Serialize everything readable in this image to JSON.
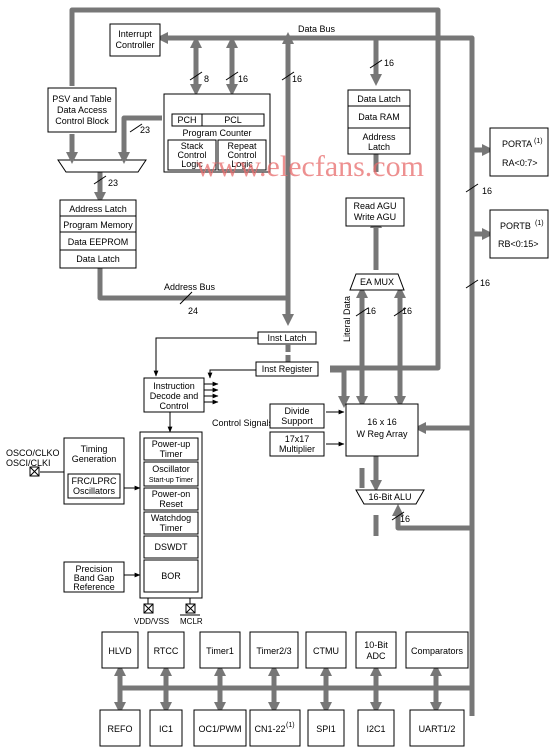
{
  "buses": {
    "data_bus": "Data Bus",
    "address_bus": "Address Bus",
    "literal_data": "Literal Data",
    "control_signals": "Control Signals"
  },
  "widths": {
    "w8": "8",
    "w16": "16",
    "w23": "23",
    "w24": "24"
  },
  "blocks": {
    "interrupt_controller": [
      "Interrupt",
      "Controller"
    ],
    "psv_table": [
      "PSV and Table",
      "Data Access",
      "Control Block"
    ],
    "pch": "PCH",
    "pcl": "PCL",
    "program_counter": "Program Counter",
    "stack_control": [
      "Stack",
      "Control",
      "Logic"
    ],
    "repeat_control": [
      "Repeat",
      "Control",
      "Logic"
    ],
    "address_latch": "Address Latch",
    "program_memory": "Program Memory",
    "data_eeprom": "Data EEPROM",
    "data_latch_left": "Data Latch",
    "data_latch_top": "Data Latch",
    "data_ram": "Data RAM",
    "address_latch_right": [
      "Address",
      "Latch"
    ],
    "read_write_agu": [
      "Read AGU",
      "Write AGU"
    ],
    "ea_mux": "EA MUX",
    "inst_latch": "Inst Latch",
    "inst_register": "Inst Register",
    "instruction_decode": [
      "Instruction",
      "Decode and",
      "Control"
    ],
    "divide_support": [
      "Divide",
      "Support"
    ],
    "multiplier": [
      "17x17",
      "Multiplier"
    ],
    "w_reg_array": [
      "16 x 16",
      "W Reg Array"
    ],
    "alu": "16-Bit ALU",
    "timing_generation": [
      "Timing",
      "Generation"
    ],
    "frc_lprc": [
      "FRC/LPRC",
      "Oscillators"
    ],
    "power_up_timer": [
      "Power-up",
      "Timer"
    ],
    "oscillator_startup": [
      "Oscillator",
      "Start-up Timer"
    ],
    "power_on_reset": [
      "Power-on",
      "Reset"
    ],
    "watchdog_timer": [
      "Watchdog",
      "Timer"
    ],
    "dswdt": "DSWDT",
    "bor": "BOR",
    "precision_band_gap": [
      "Precision",
      "Band Gap",
      "Reference"
    ]
  },
  "ports": {
    "porta": "PORTA",
    "porta_pins": "RA<0:7>",
    "portb": "PORTB",
    "portb_pins": "RB<0:15>",
    "note": "(1)"
  },
  "pins": {
    "osco_clko": "OSCO/CLKO",
    "osci_clki": "OSCI/CLKI",
    "vdd_vss": "VDD/VSS",
    "mclr": "MCLR"
  },
  "peripherals": {
    "top_row": [
      "HLVD",
      "RTCC",
      "Timer1",
      "Timer2/3",
      "CTMU",
      "10-Bit",
      "ADC",
      "Comparators"
    ],
    "bottom_row": [
      "REFO",
      "IC1",
      "OC1/PWM",
      "CN1-22",
      "SPI1",
      "I2C1",
      "UART1/2"
    ]
  },
  "watermark": "www.elecfans.com"
}
